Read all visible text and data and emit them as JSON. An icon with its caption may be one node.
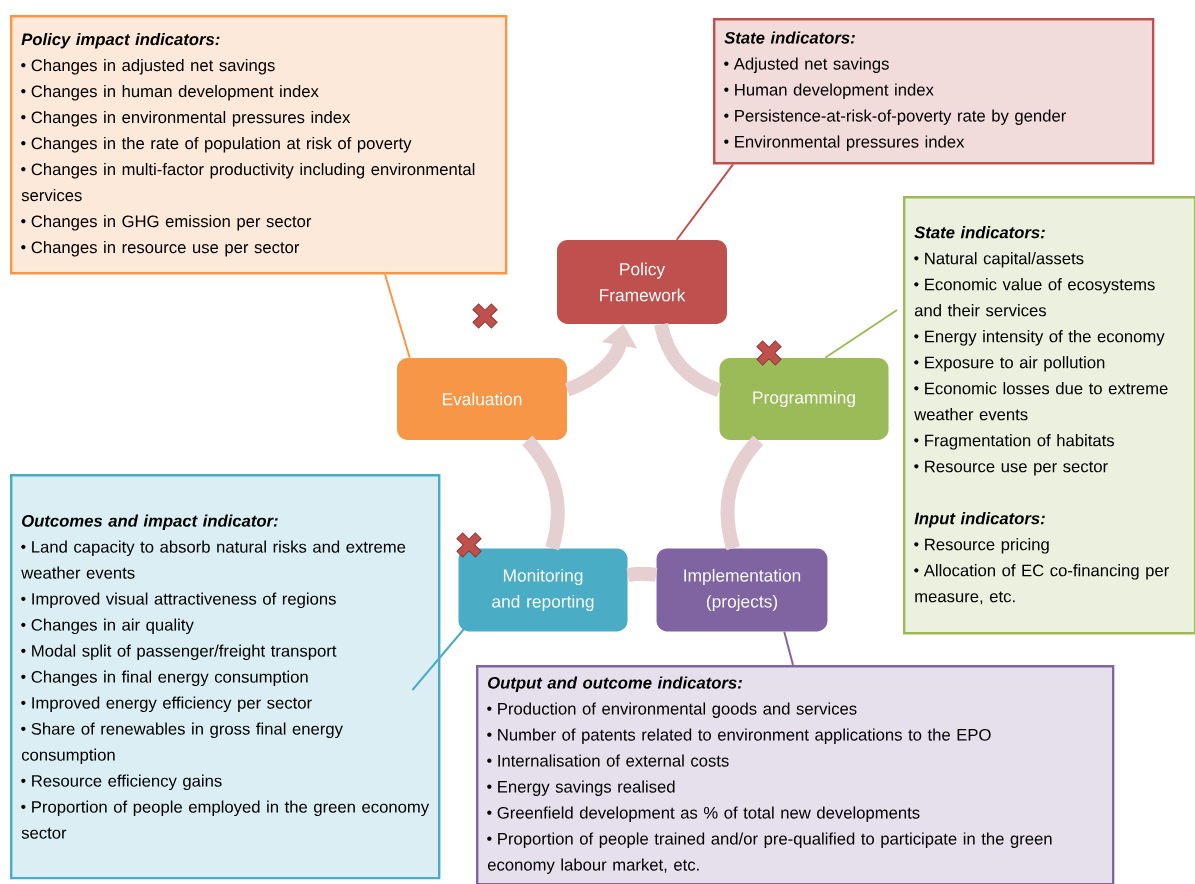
{
  "diagram": {
    "nodes": [
      {
        "text": [
          "Policy impact indicators:",
          "Changes in adjusted net savings",
          "Changes in human development index",
          "Changes in environmental pressures index",
          "Changes in the rate of population at risk of poverty",
          "Changes in multi-factor productivity including environmental services",
          "Changes in GHG emission per sector",
          "Changes in resource use per sector"
        ]
      },
      {
        "text": [
          "State indicators:",
          "Adjusted net savings",
          "Human development index",
          "Persistence-at-risk-of-poverty rate by gender",
          "Environmental pressures index"
        ]
      },
      {
        "text": [
          "Policy Framework"
        ]
      },
      {
        "text": [
          "State indicators:",
          "Natural capital/assets",
          "Economic value of ecosystems and their services",
          "Energy intensity of the economy",
          "Exposure to air pollution",
          "Economic losses due to extreme weather events",
          "Fragmentation of habitats",
          "Resource use per sector",
          "Input indicators:",
          "Resource pricing",
          "Allocation of EC co-financing per measure, etc."
        ]
      },
      {
        "text": [
          "Evaluation"
        ]
      },
      {
        "text": [
          "Programming"
        ]
      },
      {
        "text": [
          "Outcomes and impact indicator:",
          "Land capacity to absorb natural risks and extreme weather events",
          "Improved visual attractiveness of regions",
          "Changes in air quality",
          "Modal split of passenger/freight transport",
          "Changes in final energy consumption",
          "Improved energy efficiency per sector",
          "Share of renewables in gross final energy consumption",
          "Resource efficiency gains",
          "Proportion of people employed in the green economy sector"
        ]
      },
      {
        "text": [
          "Monitoring and reporting"
        ]
      },
      {
        "text": [
          "Implementation (projects)"
        ]
      },
      {
        "text": [
          "Output and outcome indicators:",
          "Production of environmental goods and services",
          "Number of patents related to environment applications to the EPO",
          "Internalisation of external costs",
          "Energy savings realised",
          "Greenfield development as % of total new developments",
          "Proportion of people trained and/or pre-qualified to participate in the green economy labour market, etc."
        ]
      }
    ],
    "edges": [
      {
        "from": 2,
        "to": 5,
        "arrow": "none",
        "style": "thick",
        "color": "#e6cfd1"
      },
      {
        "from": 5,
        "to": 8,
        "arrow": "none",
        "style": "thick",
        "color": "#e6cfd1"
      },
      {
        "from": 8,
        "to": 7,
        "arrow": "none",
        "style": "thick",
        "color": "#e6cfd1"
      },
      {
        "from": 7,
        "to": 4,
        "arrow": "none",
        "style": "thick",
        "color": "#e6cfd1"
      },
      {
        "from": 4,
        "to": 2,
        "arrow": "to",
        "style": "thick",
        "color": "#e6cfd1"
      },
      {
        "from": 0,
        "to": 4,
        "arrow": "none",
        "color": "#f79646"
      },
      {
        "from": 1,
        "to": 2,
        "arrow": "none",
        "color": "#c0504d"
      },
      {
        "from": 3,
        "to": 5,
        "arrow": "none",
        "color": "#9bbb59"
      },
      {
        "from": 6,
        "to": 7,
        "arrow": "none",
        "color": "#4bacc6"
      },
      {
        "from": 9,
        "to": 8,
        "arrow": "none",
        "color": "#8064a2"
      }
    ]
  }
}
